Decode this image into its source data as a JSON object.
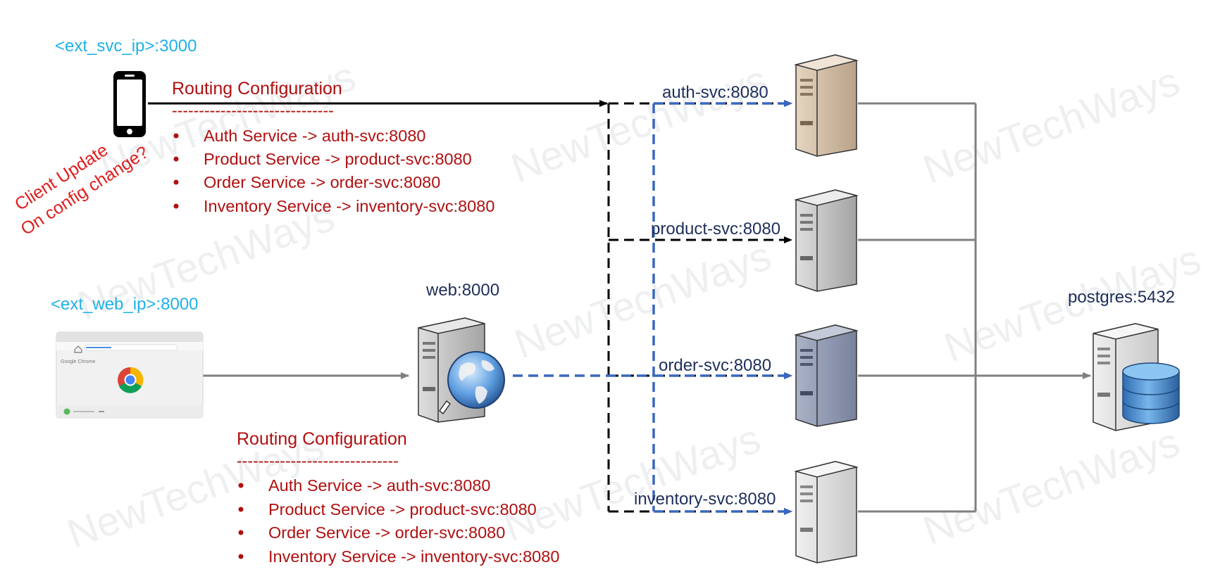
{
  "client": {
    "phone_endpoint": "<ext_svc_ip>:3000",
    "browser_endpoint": "<ext_web_ip>:8000",
    "browser_brand": "Google Chrome"
  },
  "warning": {
    "line1": "Client Update",
    "line2": "On config change?"
  },
  "routing_top": {
    "title": "Routing Configuration",
    "divider": "------------------------------",
    "items": [
      "Auth Service -> auth-svc:8080",
      "Product Service -> product-svc:8080",
      "Order Service -> order-svc:8080",
      "Inventory Service -> inventory-svc:8080"
    ]
  },
  "routing_bottom": {
    "title": "Routing Configuration",
    "divider": "------------------------------",
    "items": [
      "Auth Service -> auth-svc:8080",
      "Product Service -> product-svc:8080",
      "Order Service -> order-svc:8080",
      "Inventory Service -> inventory-svc:8080"
    ]
  },
  "nodes": {
    "web": "web:8000",
    "auth": "auth-svc:8080",
    "product": "product-svc:8080",
    "order": "order-svc:8080",
    "inventory": "inventory-svc:8080",
    "db": "postgres:5432"
  },
  "watermark": "NewTechWays",
  "colors": {
    "ext_label": "#1fb1e6",
    "routing_text": "#b01010",
    "warning_text": "#e01e1e",
    "node_label": "#1f2f5a",
    "web_route_line": "#3a67c0",
    "client_route_line": "#000000",
    "db_line": "#808080"
  }
}
